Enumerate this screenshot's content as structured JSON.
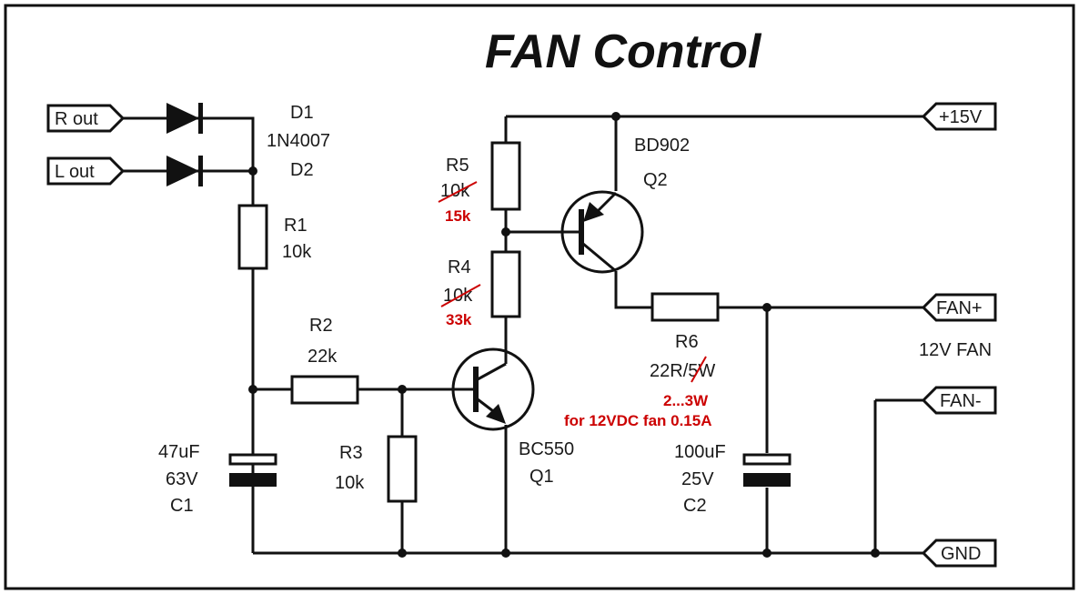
{
  "title": "FAN Control",
  "terminals": {
    "r_out": "R out",
    "l_out": "L out",
    "plus15v": "+15V",
    "fan_plus": "FAN+",
    "fan_minus": "FAN-",
    "gnd": "GND"
  },
  "diodes": {
    "d1_name": "D1",
    "part": "1N4007",
    "d2_name": "D2"
  },
  "resistors": {
    "r1_name": "R1",
    "r1_value": "10k",
    "r2_name": "R2",
    "r2_value": "22k",
    "r3_name": "R3",
    "r3_value": "10k",
    "r4_name": "R4",
    "r4_old_value": "10k",
    "r4_new_value": "33k",
    "r5_name": "R5",
    "r5_old_value": "10k",
    "r5_new_value": "15k",
    "r6_name": "R6",
    "r6_value": "22R/5W",
    "r6_new_power": "2...3W",
    "r6_note": "for 12VDC fan 0.15A"
  },
  "transistors": {
    "q1_type": "BC550",
    "q1_name": "Q1",
    "q2_type": "BD902",
    "q2_name": "Q2"
  },
  "capacitors": {
    "c1_value": "47uF",
    "c1_voltage": "63V",
    "c1_name": "C1",
    "c2_value": "100uF",
    "c2_voltage": "25V",
    "c2_name": "C2"
  },
  "load_label": "12V FAN",
  "colors": {
    "ink": "#111111",
    "correction": "#cc0000",
    "background": "#ffffff"
  }
}
